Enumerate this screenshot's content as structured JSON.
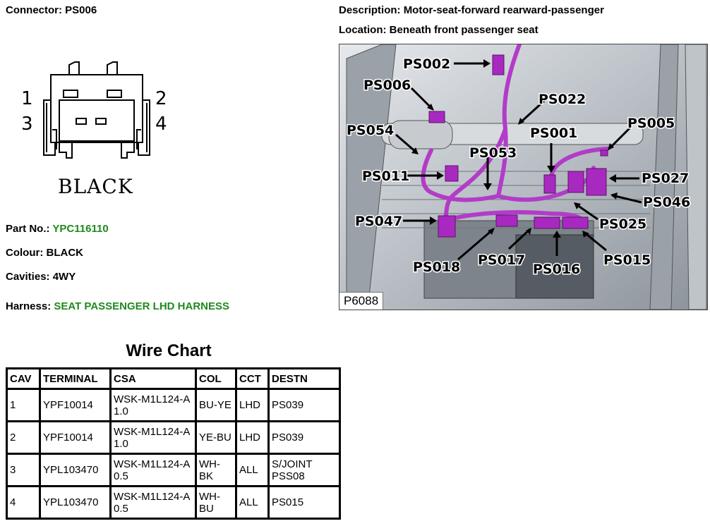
{
  "header": {
    "connector_label": "Connector:",
    "connector_value": "PS006",
    "description_label": "Description:",
    "description_value": "Motor-seat-forward rearward-passenger",
    "location_label": "Location:",
    "location_value": "Beneath front passenger seat"
  },
  "connector_diagram": {
    "pins": [
      "1",
      "2",
      "3",
      "4"
    ],
    "color_label": "BLACK"
  },
  "details": {
    "part_no_label": "Part No.:",
    "part_no_value": "YPC116110",
    "colour_label": "Colour:",
    "colour_value": "BLACK",
    "cavities_label": "Cavities:",
    "cavities_value": "4WY",
    "harness_label": "Harness:",
    "harness_value": "SEAT PASSENGER LHD HARNESS"
  },
  "photo": {
    "figure_id": "P6088",
    "labels": [
      "PS002",
      "PS006",
      "PS022",
      "PS005",
      "PS054",
      "PS001",
      "PS053",
      "PS011",
      "PS027",
      "PS046",
      "PS047",
      "PS025",
      "PS018",
      "PS017",
      "PS016",
      "PS015"
    ]
  },
  "wire_chart": {
    "title": "Wire Chart",
    "columns": [
      "CAV",
      "TERMINAL",
      "CSA",
      "COL",
      "CCT",
      "DESTN"
    ],
    "rows": [
      {
        "cav": "1",
        "terminal": "YPF10014",
        "csa": "WSK-M1L124-A 1.0",
        "col": "BU-YE",
        "cct": "LHD",
        "destn": "PS039"
      },
      {
        "cav": "2",
        "terminal": "YPF10014",
        "csa": "WSK-M1L124-A 1.0",
        "col": "YE-BU",
        "cct": "LHD",
        "destn": "PS039"
      },
      {
        "cav": "3",
        "terminal": "YPL103470",
        "csa": "WSK-M1L124-A 0.5",
        "col": "WH-BK",
        "cct": "ALL",
        "destn": "S/JOINT PSS08"
      },
      {
        "cav": "4",
        "terminal": "YPL103470",
        "csa": "WSK-M1L124-A 0.5",
        "col": "WH-BU",
        "cct": "ALL",
        "destn": "PS015"
      }
    ]
  },
  "colors": {
    "green_value": "#1e8a1e",
    "harness_magenta": "#b23cc8"
  }
}
